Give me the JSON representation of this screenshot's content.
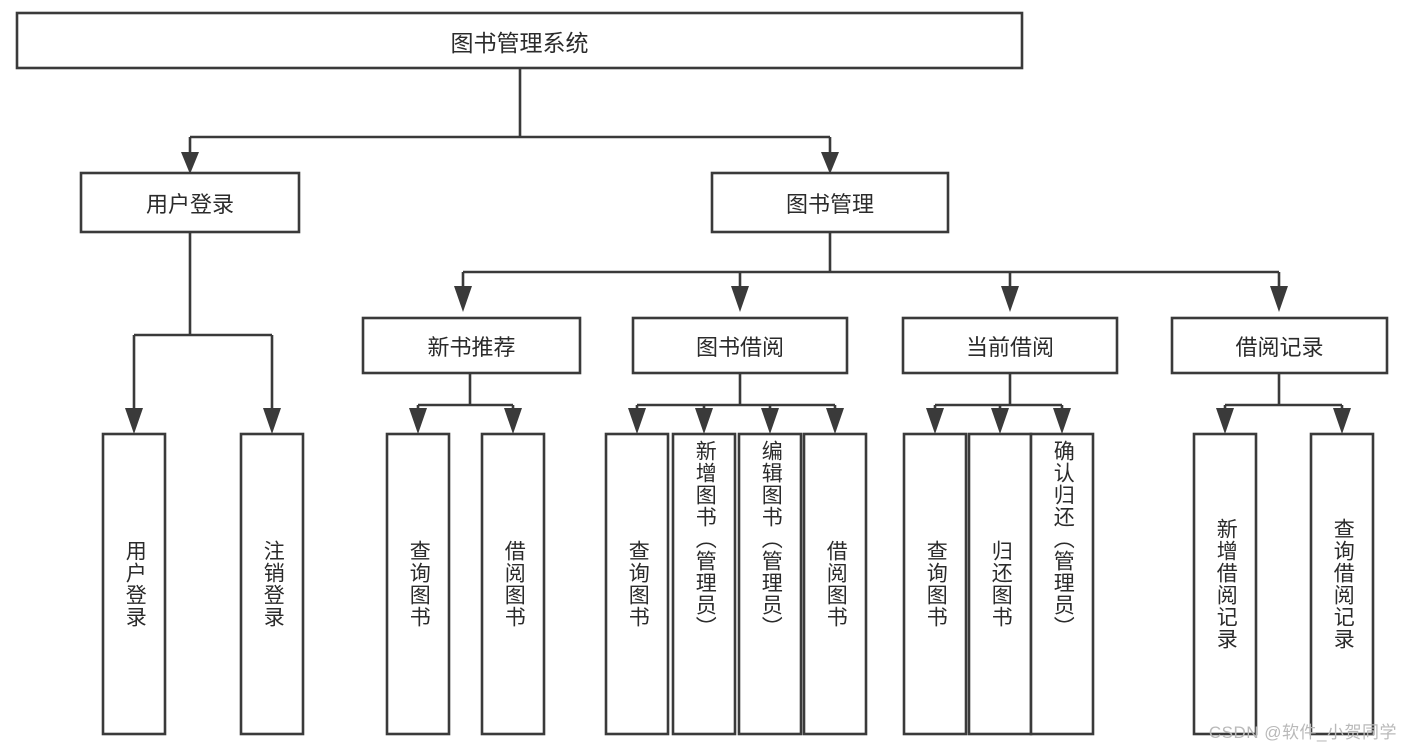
{
  "diagram": {
    "type": "hierarchy-tree",
    "title": "图书管理系统",
    "orientation": "top-down",
    "levels": 4,
    "root": {
      "id": "root",
      "label": "图书管理系统",
      "text_direction": "horizontal"
    },
    "level2": [
      {
        "id": "user-login",
        "label": "用户登录",
        "text_direction": "horizontal"
      },
      {
        "id": "book-manage",
        "label": "图书管理",
        "text_direction": "horizontal"
      }
    ],
    "level3": [
      {
        "id": "new-book-recommend",
        "label": "新书推荐",
        "parent": "book-manage",
        "text_direction": "horizontal"
      },
      {
        "id": "book-borrow",
        "label": "图书借阅",
        "parent": "book-manage",
        "text_direction": "horizontal"
      },
      {
        "id": "current-borrow",
        "label": "当前借阅",
        "parent": "book-manage",
        "text_direction": "horizontal"
      },
      {
        "id": "borrow-record",
        "label": "借阅记录",
        "parent": "book-manage",
        "text_direction": "horizontal"
      }
    ],
    "leaves": [
      {
        "id": "leaf-user-login",
        "label": "用户登录",
        "parent": "user-login",
        "text_direction": "vertical"
      },
      {
        "id": "leaf-logout",
        "label": "注销登录",
        "parent": "user-login",
        "text_direction": "vertical"
      },
      {
        "id": "leaf-query-book-1",
        "label": "查询图书",
        "parent": "new-book-recommend",
        "text_direction": "vertical"
      },
      {
        "id": "leaf-borrow-book-1",
        "label": "借阅图书",
        "parent": "new-book-recommend",
        "text_direction": "vertical"
      },
      {
        "id": "leaf-query-book-2",
        "label": "查询图书",
        "parent": "book-borrow",
        "text_direction": "vertical"
      },
      {
        "id": "leaf-add-book",
        "label": "新增图书（管理员）",
        "parent": "book-borrow",
        "text_direction": "vertical"
      },
      {
        "id": "leaf-edit-book",
        "label": "编辑图书（管理员）",
        "parent": "book-borrow",
        "text_direction": "vertical"
      },
      {
        "id": "leaf-borrow-book-2",
        "label": "借阅图书",
        "parent": "book-borrow",
        "text_direction": "vertical"
      },
      {
        "id": "leaf-query-book-3",
        "label": "查询图书",
        "parent": "current-borrow",
        "text_direction": "vertical"
      },
      {
        "id": "leaf-return-book",
        "label": "归还图书",
        "parent": "current-borrow",
        "text_direction": "vertical"
      },
      {
        "id": "leaf-confirm-return",
        "label": "确认归还（管理员）",
        "parent": "current-borrow",
        "text_direction": "vertical"
      },
      {
        "id": "leaf-add-record",
        "label": "新增借阅记录",
        "parent": "borrow-record",
        "text_direction": "vertical"
      },
      {
        "id": "leaf-query-record",
        "label": "查询借阅记录",
        "parent": "borrow-record",
        "text_direction": "vertical"
      }
    ]
  },
  "watermark": {
    "text": "CSDN @软件_小贺同学"
  },
  "colors": {
    "stroke": "#3a3a3a",
    "fill": "#ffffff",
    "text": "#2b2b2b",
    "watermark": "#b9b9b9",
    "background": "#ffffff"
  }
}
